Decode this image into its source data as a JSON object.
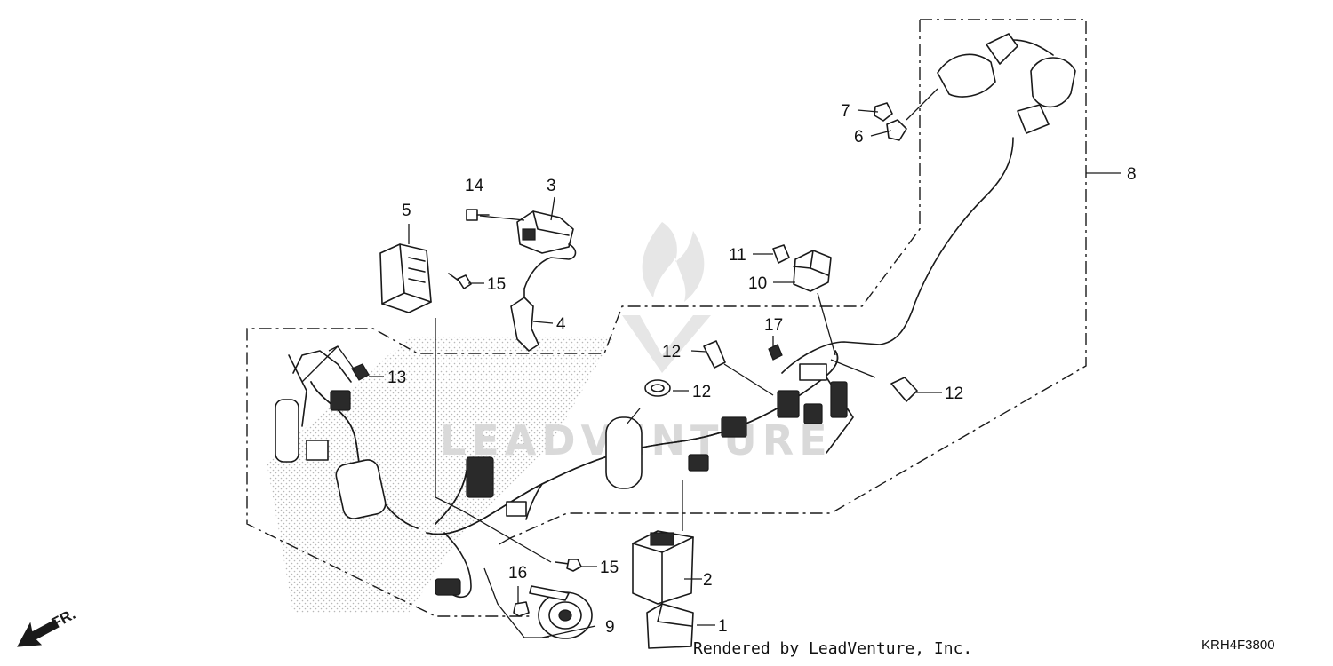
{
  "diagram": {
    "callouts": {
      "p1": "1",
      "p2": "2",
      "p3": "3",
      "p4": "4",
      "p5": "5",
      "p6": "6",
      "p7": "7",
      "p8": "8",
      "p9": "9",
      "p10": "10",
      "p11": "11",
      "p12a": "12",
      "p12b": "12",
      "p12c": "12",
      "p13": "13",
      "p14": "14",
      "p15a": "15",
      "p15b": "15",
      "p16": "16",
      "p17": "17"
    },
    "direction_label": "FR.",
    "watermark_text": "LEADVENTURE"
  },
  "footer": {
    "credit": "Rendered by LeadVenture, Inc.",
    "code": "KRH4F3800"
  },
  "colors": {
    "ink": "#1a1a1a",
    "watermark": "#d9d9d9",
    "background": "#ffffff"
  }
}
